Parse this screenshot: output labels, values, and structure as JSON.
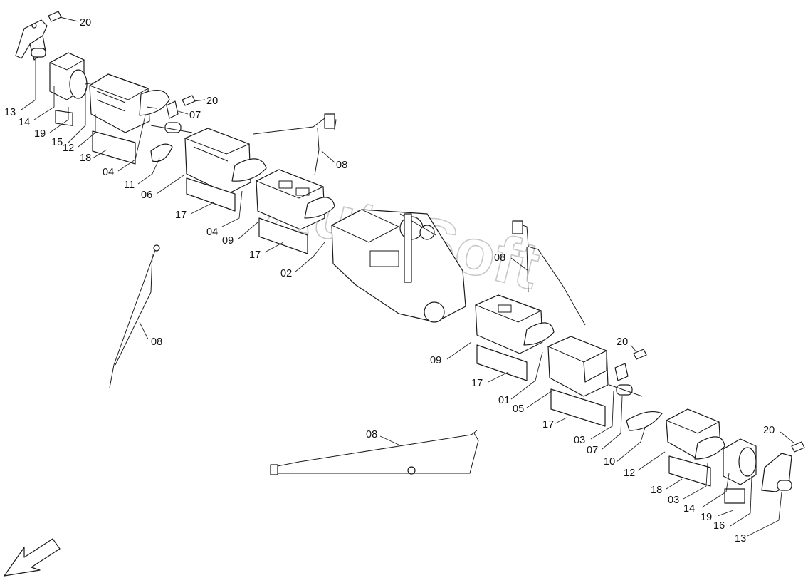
{
  "watermark": "AutoSoft",
  "callouts": {
    "c20a": "20",
    "c13a": "13",
    "c14a": "14",
    "c19a": "19",
    "c15": "15",
    "c12a": "12",
    "c18a": "18",
    "c04a": "04",
    "c11": "11",
    "c20b": "20",
    "c07a": "07",
    "c06": "06",
    "c17a": "17",
    "c04b": "04",
    "c09a": "09",
    "c17b": "17",
    "c02": "02",
    "c08a": "08",
    "c08b": "08",
    "c08c": "08",
    "c09b": "09",
    "c17c": "17",
    "c01": "01",
    "c05": "05",
    "c17d": "17",
    "c20c": "20",
    "c03a": "03",
    "c07b": "07",
    "c10": "10",
    "c08d": "08",
    "c12b": "12",
    "c18b": "18",
    "c03b": "03",
    "c14b": "14",
    "c19b": "19",
    "c16": "16",
    "c20d": "20",
    "c13b": "13"
  }
}
